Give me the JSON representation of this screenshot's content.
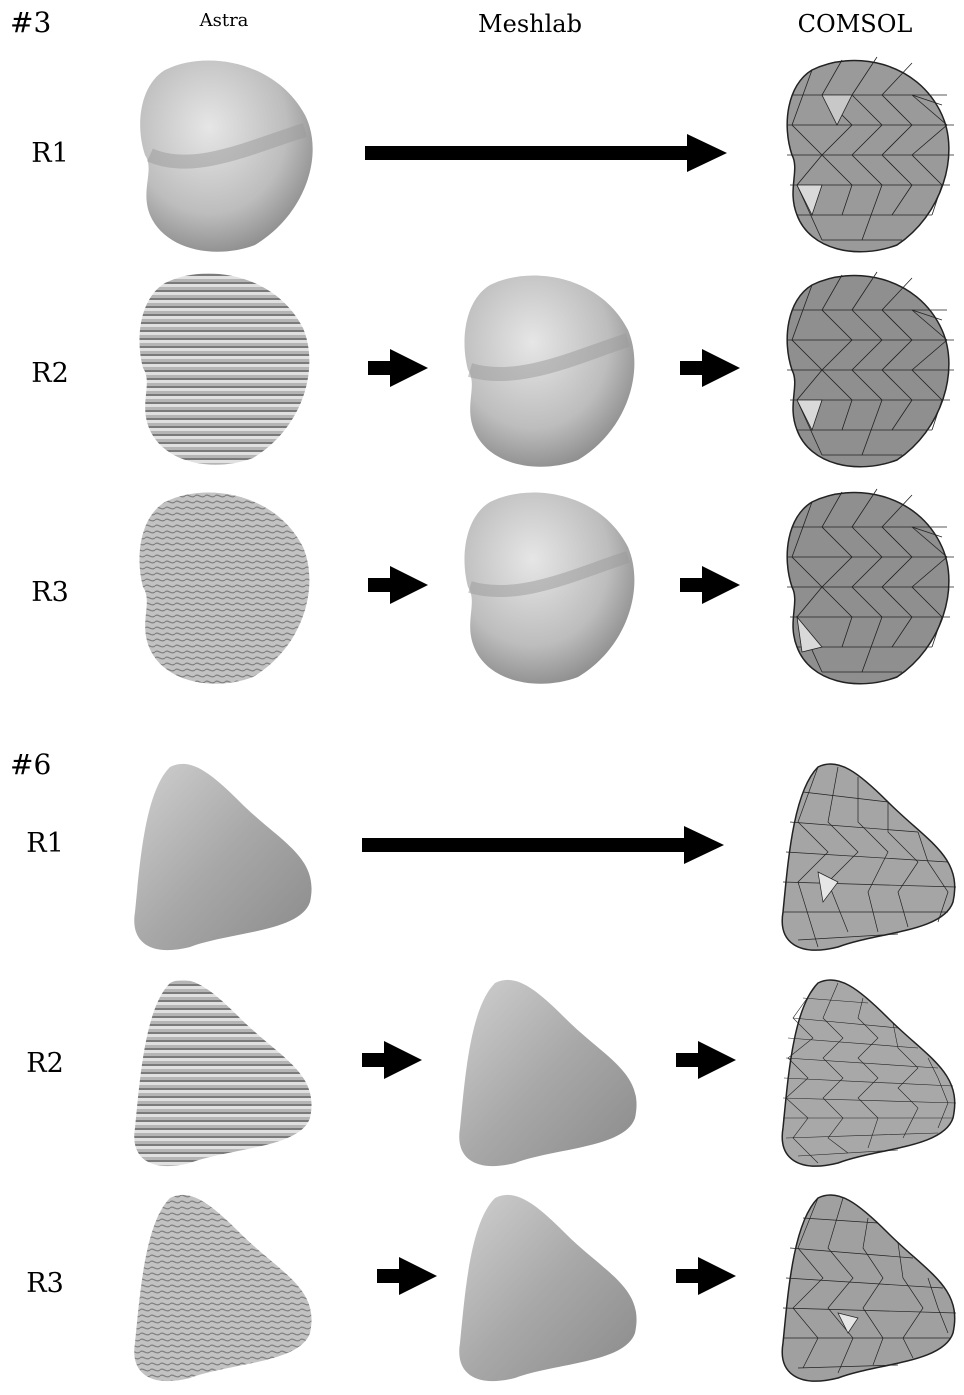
{
  "columns": {
    "astra": "Astra",
    "meshlab": "Meshlab",
    "comsol": "COMSOL"
  },
  "groups": [
    {
      "label": "#3",
      "rows": [
        "R1",
        "R2",
        "R3"
      ]
    },
    {
      "label": "#6",
      "rows": [
        "R1",
        "R2",
        "R3"
      ]
    }
  ],
  "colors": {
    "arrow": "#000000",
    "surface_light": "#d9d9d9",
    "surface_dark": "#8a8a8a",
    "mesh_line": "#222222",
    "mesh_face": "#9a9a9a"
  }
}
